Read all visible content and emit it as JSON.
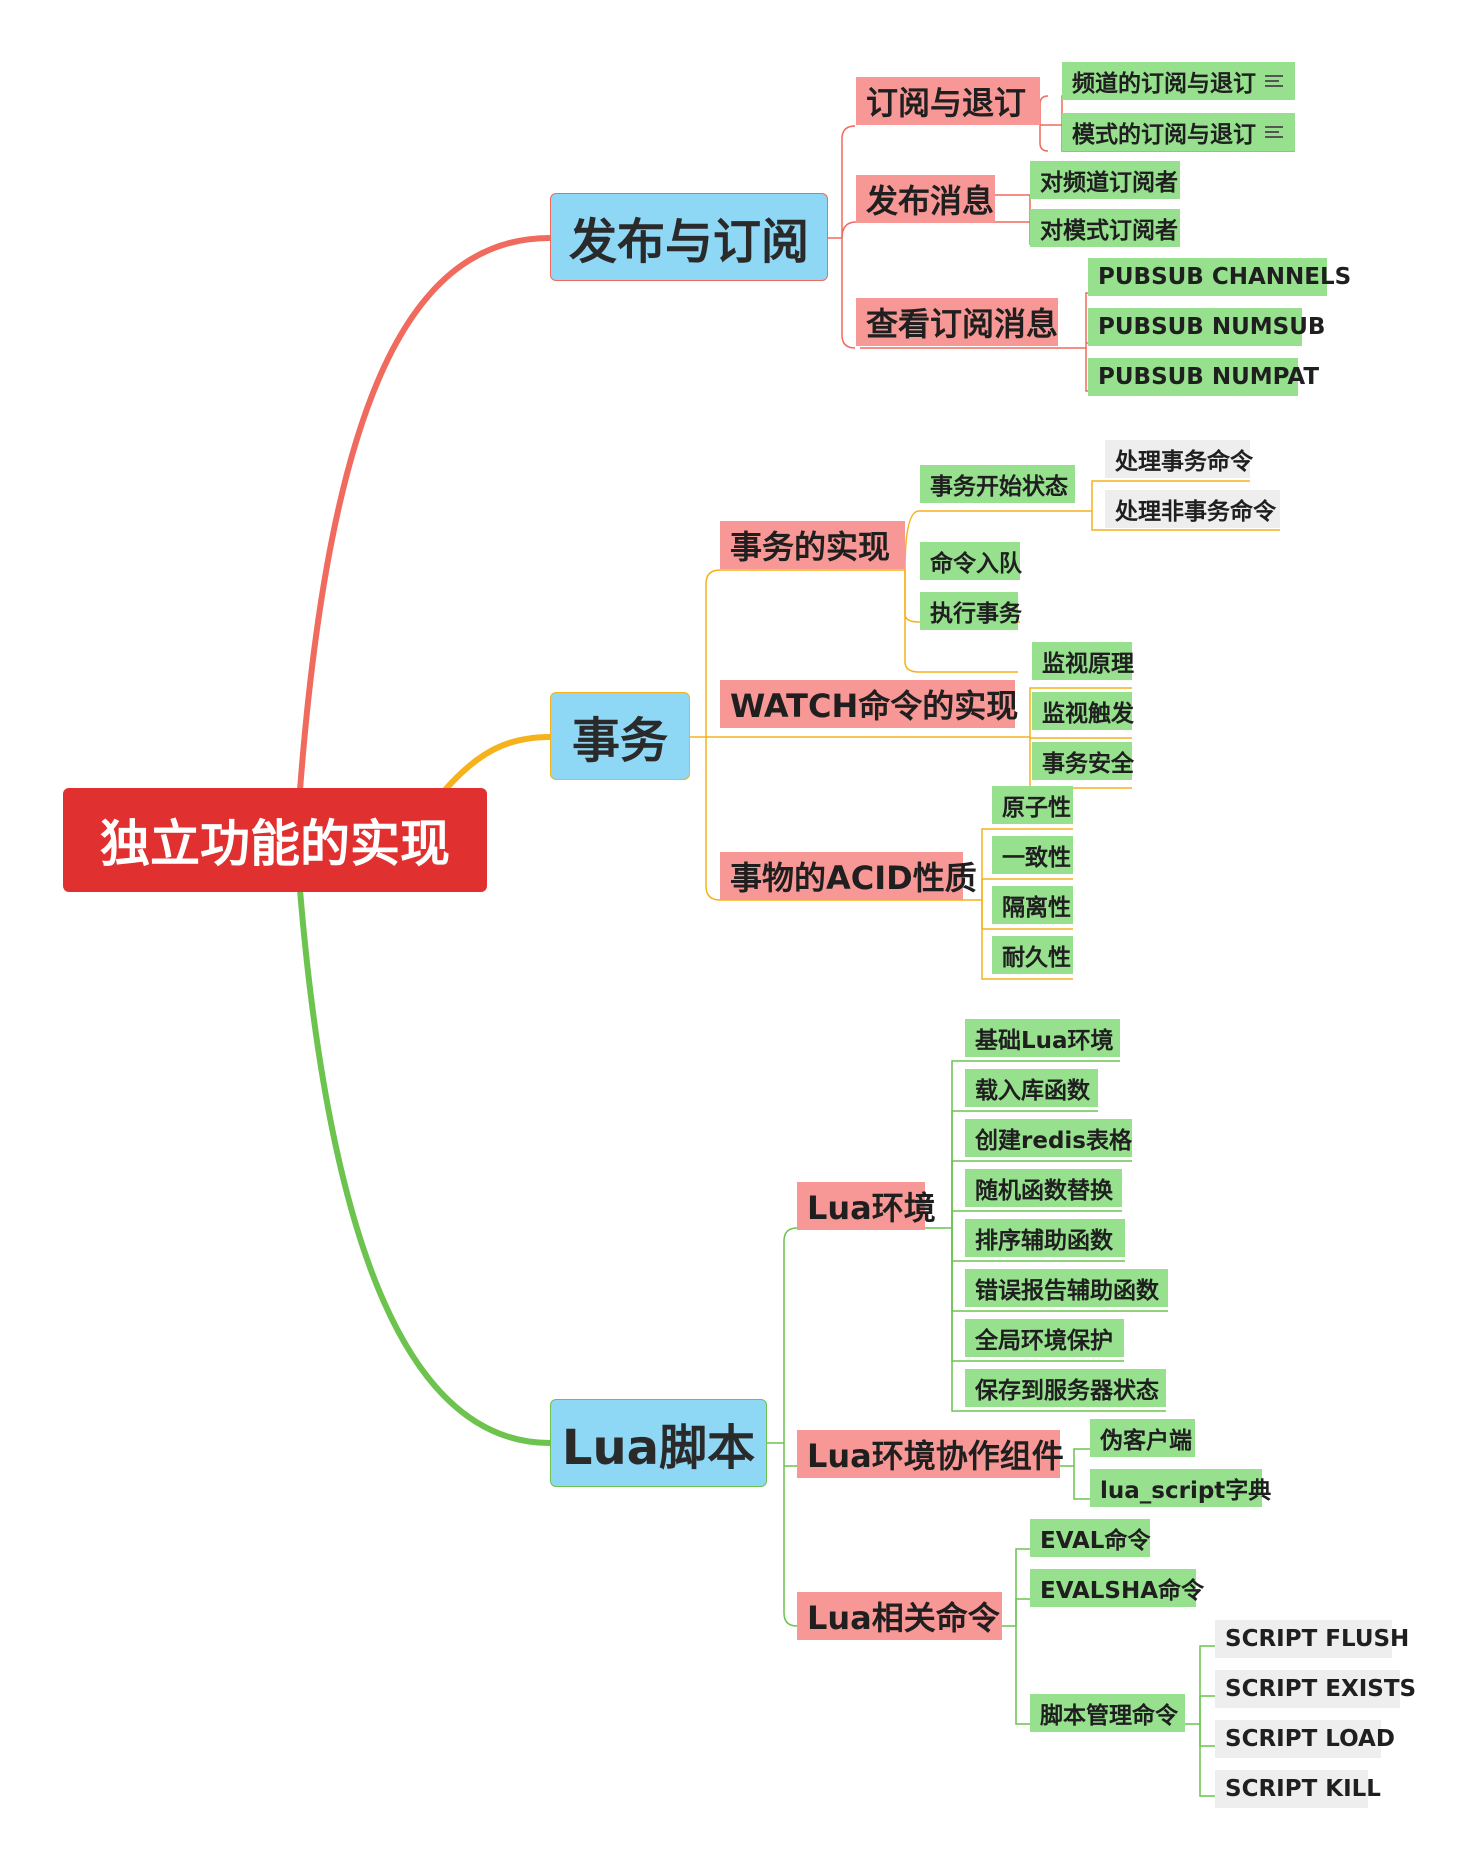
{
  "root": {
    "label": "独立功能的实现"
  },
  "branches": [
    {
      "label": "发布与订阅",
      "color": "#f06a5e",
      "children": [
        {
          "label": "订阅与退订",
          "children": [
            "频道的订阅与退订",
            "模式的订阅与退订"
          ]
        },
        {
          "label": "发布消息",
          "children": [
            "对频道订阅者",
            "对模式订阅者"
          ]
        },
        {
          "label": "查看订阅消息",
          "children": [
            "PUBSUB CHANNELS",
            "PUBSUB NUMSUB",
            "PUBSUB NUMPAT"
          ]
        }
      ]
    },
    {
      "label": "事务",
      "color": "#f5b21b",
      "children": [
        {
          "label": "事务的实现",
          "children": [
            "事务开始状态",
            "命令入队",
            "执行事务"
          ],
          "grandchildren": [
            "处理事务命令",
            "处理非事务命令"
          ]
        },
        {
          "label": "WATCH命令的实现",
          "children": [
            "监视原理",
            "监视触发",
            "事务安全"
          ]
        },
        {
          "label": "事物的ACID性质",
          "children": [
            "原子性",
            "一致性",
            "隔离性",
            "耐久性"
          ]
        }
      ]
    },
    {
      "label": "Lua脚本",
      "color": "#6cc34e",
      "children": [
        {
          "label": "Lua环境",
          "children": [
            "基础Lua环境",
            "载入库函数",
            "创建redis表格",
            "随机函数替换",
            "排序辅助函数",
            "错误报告辅助函数",
            "全局环境保护",
            "保存到服务器状态"
          ]
        },
        {
          "label": "Lua环境协作组件",
          "children": [
            "伪客户端",
            "lua_script字典"
          ]
        },
        {
          "label": "Lua相关命令",
          "children": [
            "EVAL命令",
            "EVALSHA命令",
            "脚本管理命令"
          ],
          "grandchildren": [
            "SCRIPT FLUSH",
            "SCRIPT EXISTS",
            "SCRIPT LOAD",
            "SCRIPT KILL"
          ]
        }
      ]
    }
  ],
  "colors": {
    "root": "#e0302f",
    "level1_fill": "#8ed7f5",
    "level2_fill": "#f89896",
    "leaf_fill": "#96e08e",
    "note_fill": "#eeeeee"
  },
  "icons": {
    "note": "notes-icon"
  }
}
